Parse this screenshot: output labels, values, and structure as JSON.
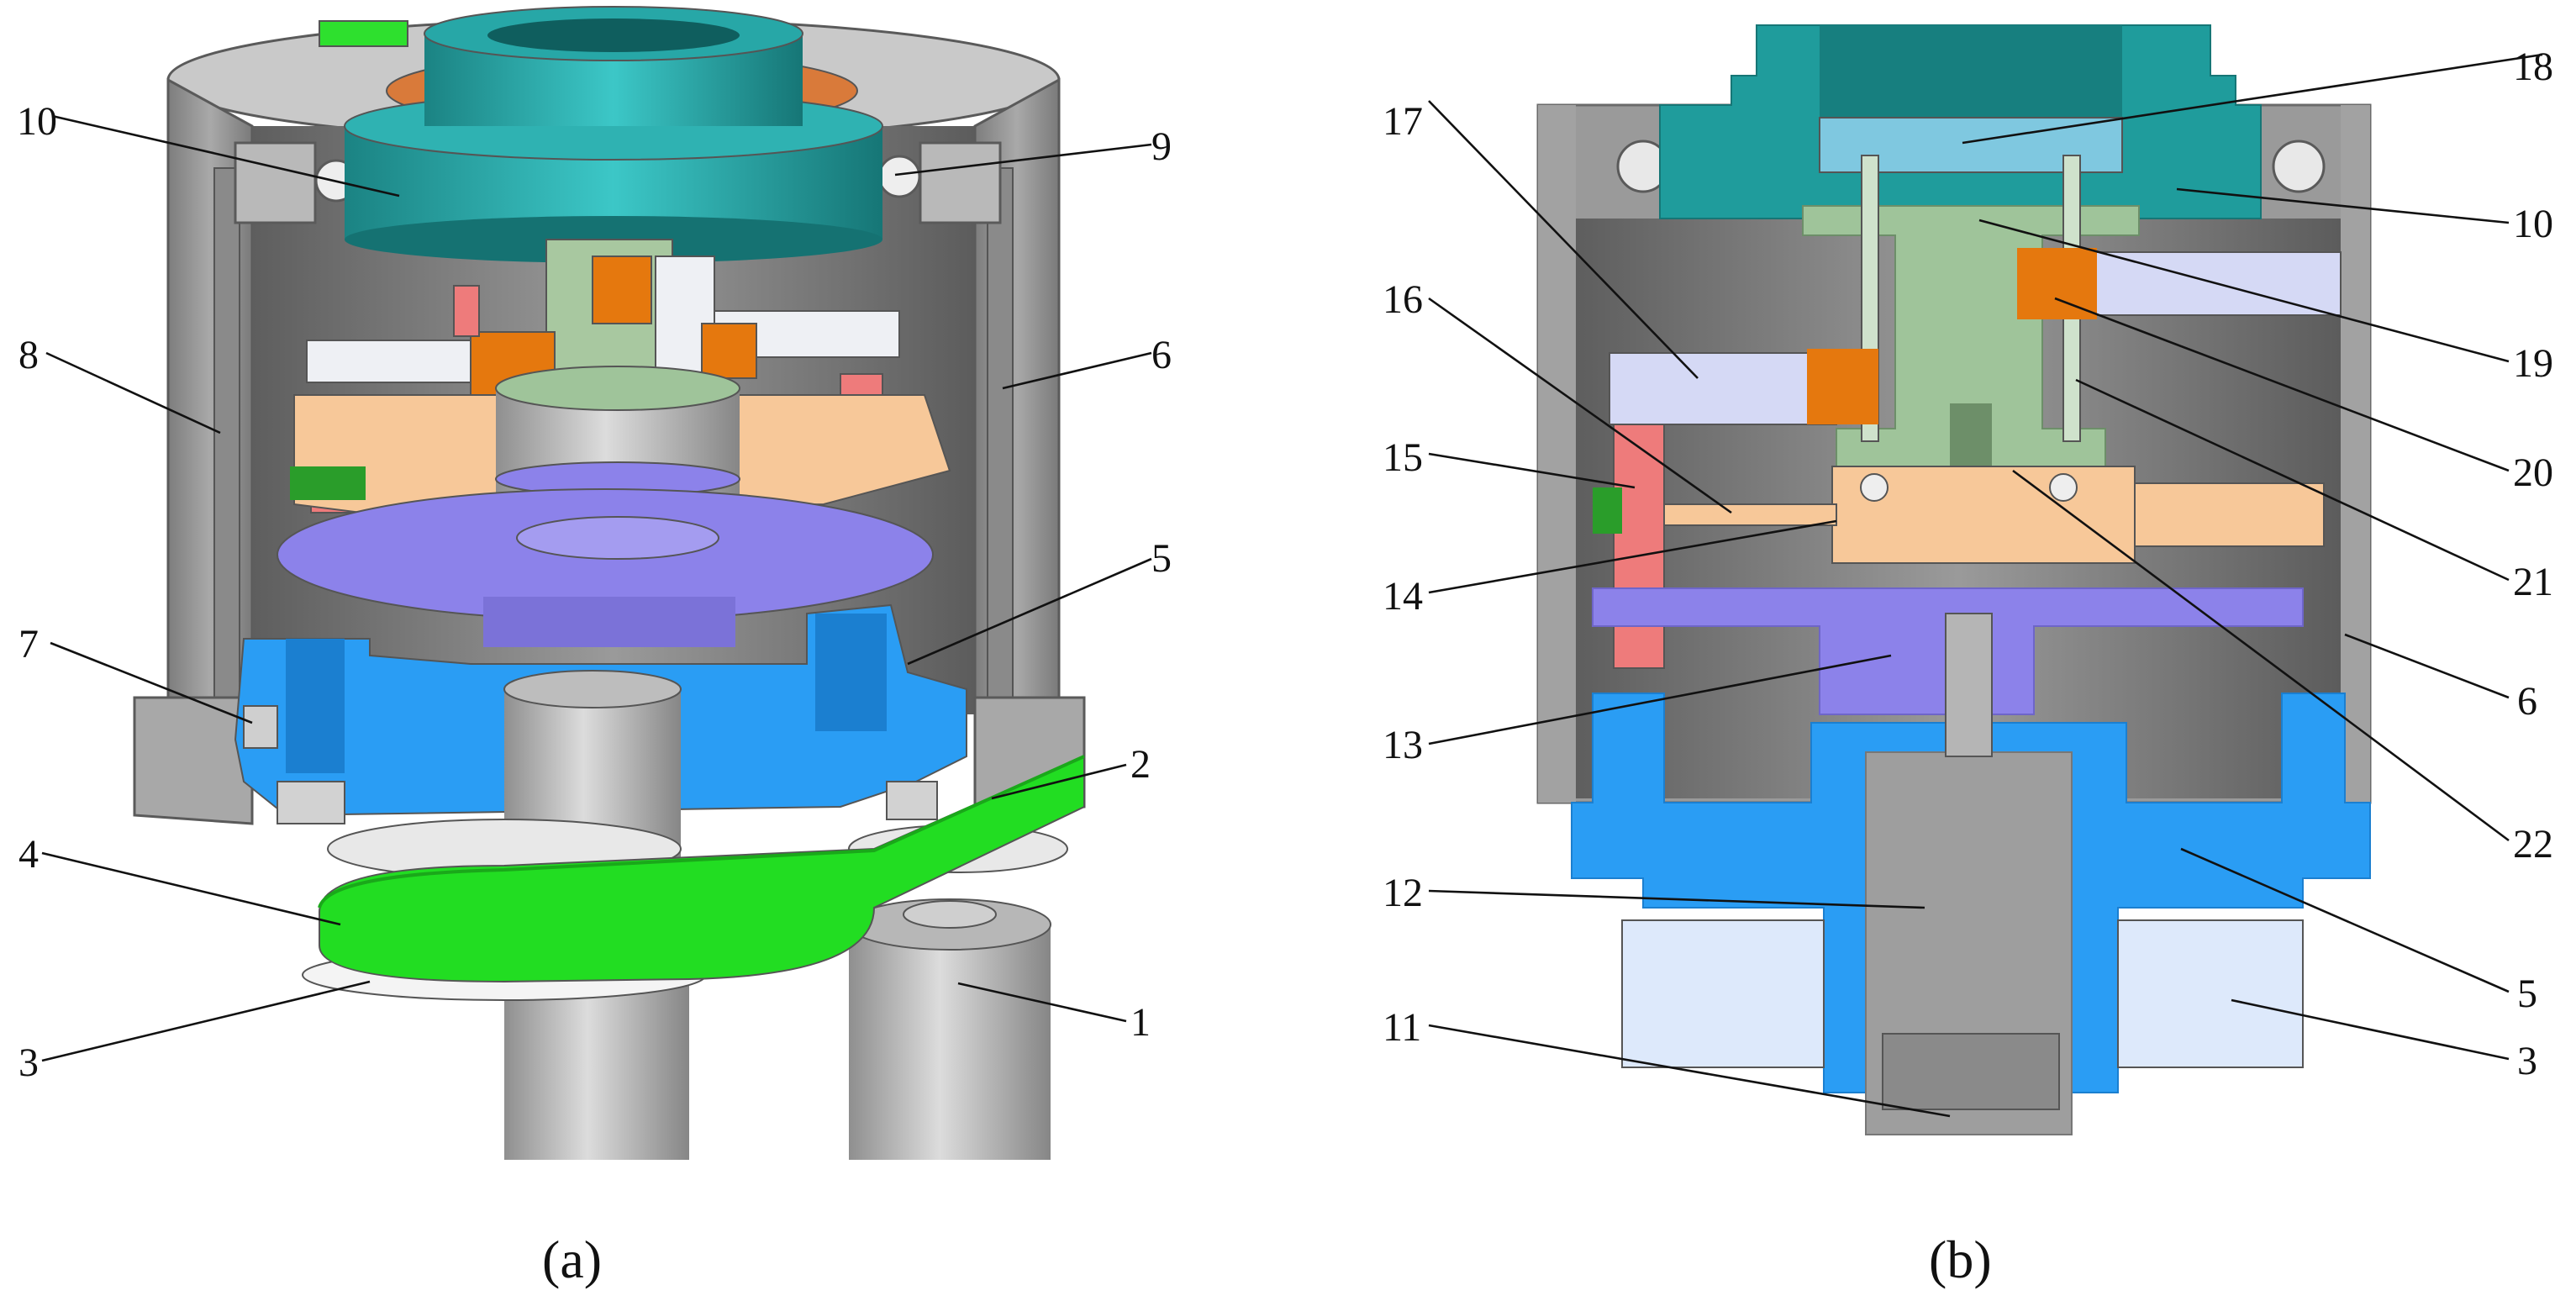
{
  "figure": {
    "panels": [
      {
        "id": "a",
        "caption": "(a)",
        "callouts": [
          "10",
          "9",
          "8",
          "6",
          "5",
          "7",
          "2",
          "4",
          "3",
          "1"
        ]
      },
      {
        "id": "b",
        "caption": "(b)",
        "callouts": [
          "17",
          "18",
          "10",
          "16",
          "19",
          "15",
          "20",
          "14",
          "21",
          "6",
          "13",
          "22",
          "12",
          "5",
          "11",
          "3"
        ]
      }
    ]
  },
  "colors": {
    "housing_gray": "#9e9e9e",
    "dark_gray": "#6e6e6e",
    "teal": "#1f9c9c",
    "blue": "#2a9df4",
    "purple": "#8c82ea",
    "peach": "#f7c899",
    "orange": "#e5780e",
    "salmon": "#ee7b7b",
    "green": "#22dd22",
    "pale_green": "#9fc49a",
    "pale_blue": "#dde9fb"
  }
}
